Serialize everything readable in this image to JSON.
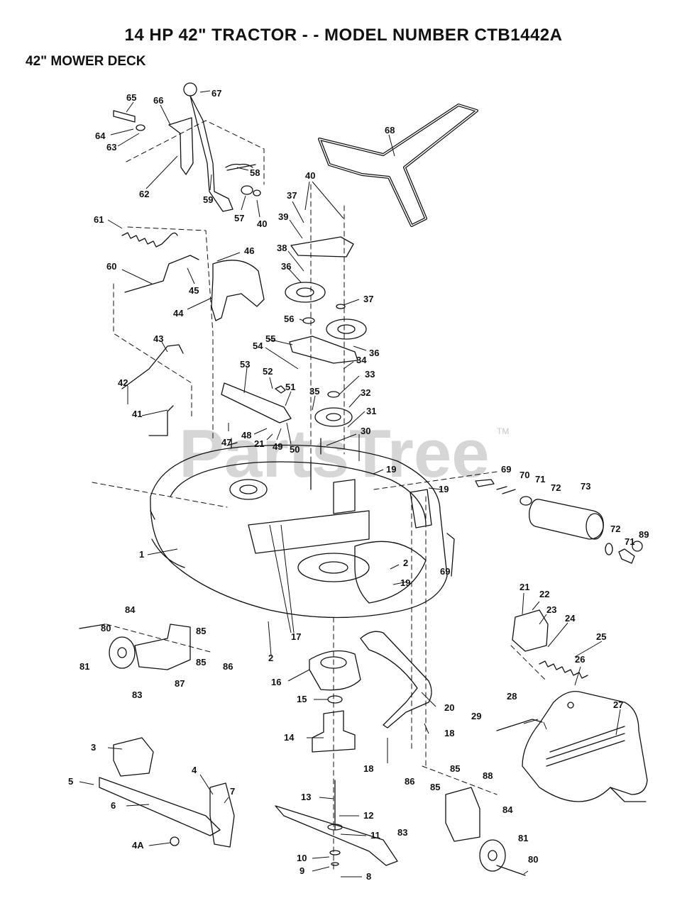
{
  "header": {
    "title": "14 HP 42\" TRACTOR - - MODEL NUMBER CTB1442A",
    "subtitle": "42\" MOWER DECK"
  },
  "watermark": {
    "text": "PartsTree",
    "tm": "TM"
  },
  "callouts": [
    {
      "id": "c65",
      "text": "65"
    },
    {
      "id": "c66",
      "text": "66"
    },
    {
      "id": "c67",
      "text": "67"
    },
    {
      "id": "c64",
      "text": "64"
    },
    {
      "id": "c63",
      "text": "63"
    },
    {
      "id": "c62",
      "text": "62"
    },
    {
      "id": "c59",
      "text": "59"
    },
    {
      "id": "c58",
      "text": "58"
    },
    {
      "id": "c57",
      "text": "57"
    },
    {
      "id": "c40a",
      "text": "40"
    },
    {
      "id": "c68",
      "text": "68"
    },
    {
      "id": "c40b",
      "text": "40"
    },
    {
      "id": "c37a",
      "text": "37"
    },
    {
      "id": "c39",
      "text": "39"
    },
    {
      "id": "c61",
      "text": "61"
    },
    {
      "id": "c38",
      "text": "38"
    },
    {
      "id": "c60",
      "text": "60"
    },
    {
      "id": "c46",
      "text": "46"
    },
    {
      "id": "c45",
      "text": "45"
    },
    {
      "id": "c36a",
      "text": "36"
    },
    {
      "id": "c44",
      "text": "44"
    },
    {
      "id": "c37b",
      "text": "37"
    },
    {
      "id": "c56",
      "text": "56"
    },
    {
      "id": "c43",
      "text": "43"
    },
    {
      "id": "c55",
      "text": "55"
    },
    {
      "id": "c36b",
      "text": "36"
    },
    {
      "id": "c54",
      "text": "54"
    },
    {
      "id": "c34",
      "text": "34"
    },
    {
      "id": "c53",
      "text": "53"
    },
    {
      "id": "c52",
      "text": "52"
    },
    {
      "id": "c33",
      "text": "33"
    },
    {
      "id": "c42",
      "text": "42"
    },
    {
      "id": "c51",
      "text": "51"
    },
    {
      "id": "c35",
      "text": "35"
    },
    {
      "id": "c32",
      "text": "32"
    },
    {
      "id": "c41",
      "text": "41"
    },
    {
      "id": "c31",
      "text": "31"
    },
    {
      "id": "c47",
      "text": "47"
    },
    {
      "id": "c48",
      "text": "48"
    },
    {
      "id": "c30",
      "text": "30"
    },
    {
      "id": "c21a",
      "text": "21"
    },
    {
      "id": "c49",
      "text": "49"
    },
    {
      "id": "c50",
      "text": "50"
    },
    {
      "id": "c19a",
      "text": "19"
    },
    {
      "id": "c69a",
      "text": "69"
    },
    {
      "id": "c70",
      "text": "70"
    },
    {
      "id": "c71a",
      "text": "71"
    },
    {
      "id": "c72a",
      "text": "72"
    },
    {
      "id": "c73",
      "text": "73"
    },
    {
      "id": "c19b",
      "text": "19"
    },
    {
      "id": "c72b",
      "text": "72"
    },
    {
      "id": "c71b",
      "text": "71"
    },
    {
      "id": "c89",
      "text": "89"
    },
    {
      "id": "c1",
      "text": "1"
    },
    {
      "id": "c69b",
      "text": "69"
    },
    {
      "id": "c2a",
      "text": "2"
    },
    {
      "id": "c19c",
      "text": "19"
    },
    {
      "id": "c21b",
      "text": "21"
    },
    {
      "id": "c22",
      "text": "22"
    },
    {
      "id": "c23",
      "text": "23"
    },
    {
      "id": "c84a",
      "text": "84"
    },
    {
      "id": "c24",
      "text": "24"
    },
    {
      "id": "c80a",
      "text": "80"
    },
    {
      "id": "c85a",
      "text": "85"
    },
    {
      "id": "c17",
      "text": "17"
    },
    {
      "id": "c25",
      "text": "25"
    },
    {
      "id": "c2b",
      "text": "2"
    },
    {
      "id": "c85b",
      "text": "85"
    },
    {
      "id": "c86a",
      "text": "86"
    },
    {
      "id": "c81a",
      "text": "81"
    },
    {
      "id": "c26",
      "text": "26"
    },
    {
      "id": "c16",
      "text": "16"
    },
    {
      "id": "c87",
      "text": "87"
    },
    {
      "id": "c83a",
      "text": "83"
    },
    {
      "id": "c27",
      "text": "27"
    },
    {
      "id": "c28",
      "text": "28"
    },
    {
      "id": "c15",
      "text": "15"
    },
    {
      "id": "c20",
      "text": "20"
    },
    {
      "id": "c29",
      "text": "29"
    },
    {
      "id": "c14",
      "text": "14"
    },
    {
      "id": "c18a",
      "text": "18"
    },
    {
      "id": "c3",
      "text": "3"
    },
    {
      "id": "c18b",
      "text": "18"
    },
    {
      "id": "c85c",
      "text": "85"
    },
    {
      "id": "c4",
      "text": "4"
    },
    {
      "id": "c88",
      "text": "88"
    },
    {
      "id": "c5",
      "text": "5"
    },
    {
      "id": "c86b",
      "text": "86"
    },
    {
      "id": "c85d",
      "text": "85"
    },
    {
      "id": "c7",
      "text": "7"
    },
    {
      "id": "c6",
      "text": "6"
    },
    {
      "id": "c13",
      "text": "13"
    },
    {
      "id": "c84b",
      "text": "84"
    },
    {
      "id": "c12",
      "text": "12"
    },
    {
      "id": "c83b",
      "text": "83"
    },
    {
      "id": "c11",
      "text": "11"
    },
    {
      "id": "c81b",
      "text": "81"
    },
    {
      "id": "c4A",
      "text": "4A"
    },
    {
      "id": "c10",
      "text": "10"
    },
    {
      "id": "c80b",
      "text": "80"
    },
    {
      "id": "c9",
      "text": "9"
    },
    {
      "id": "c8",
      "text": "8"
    }
  ]
}
